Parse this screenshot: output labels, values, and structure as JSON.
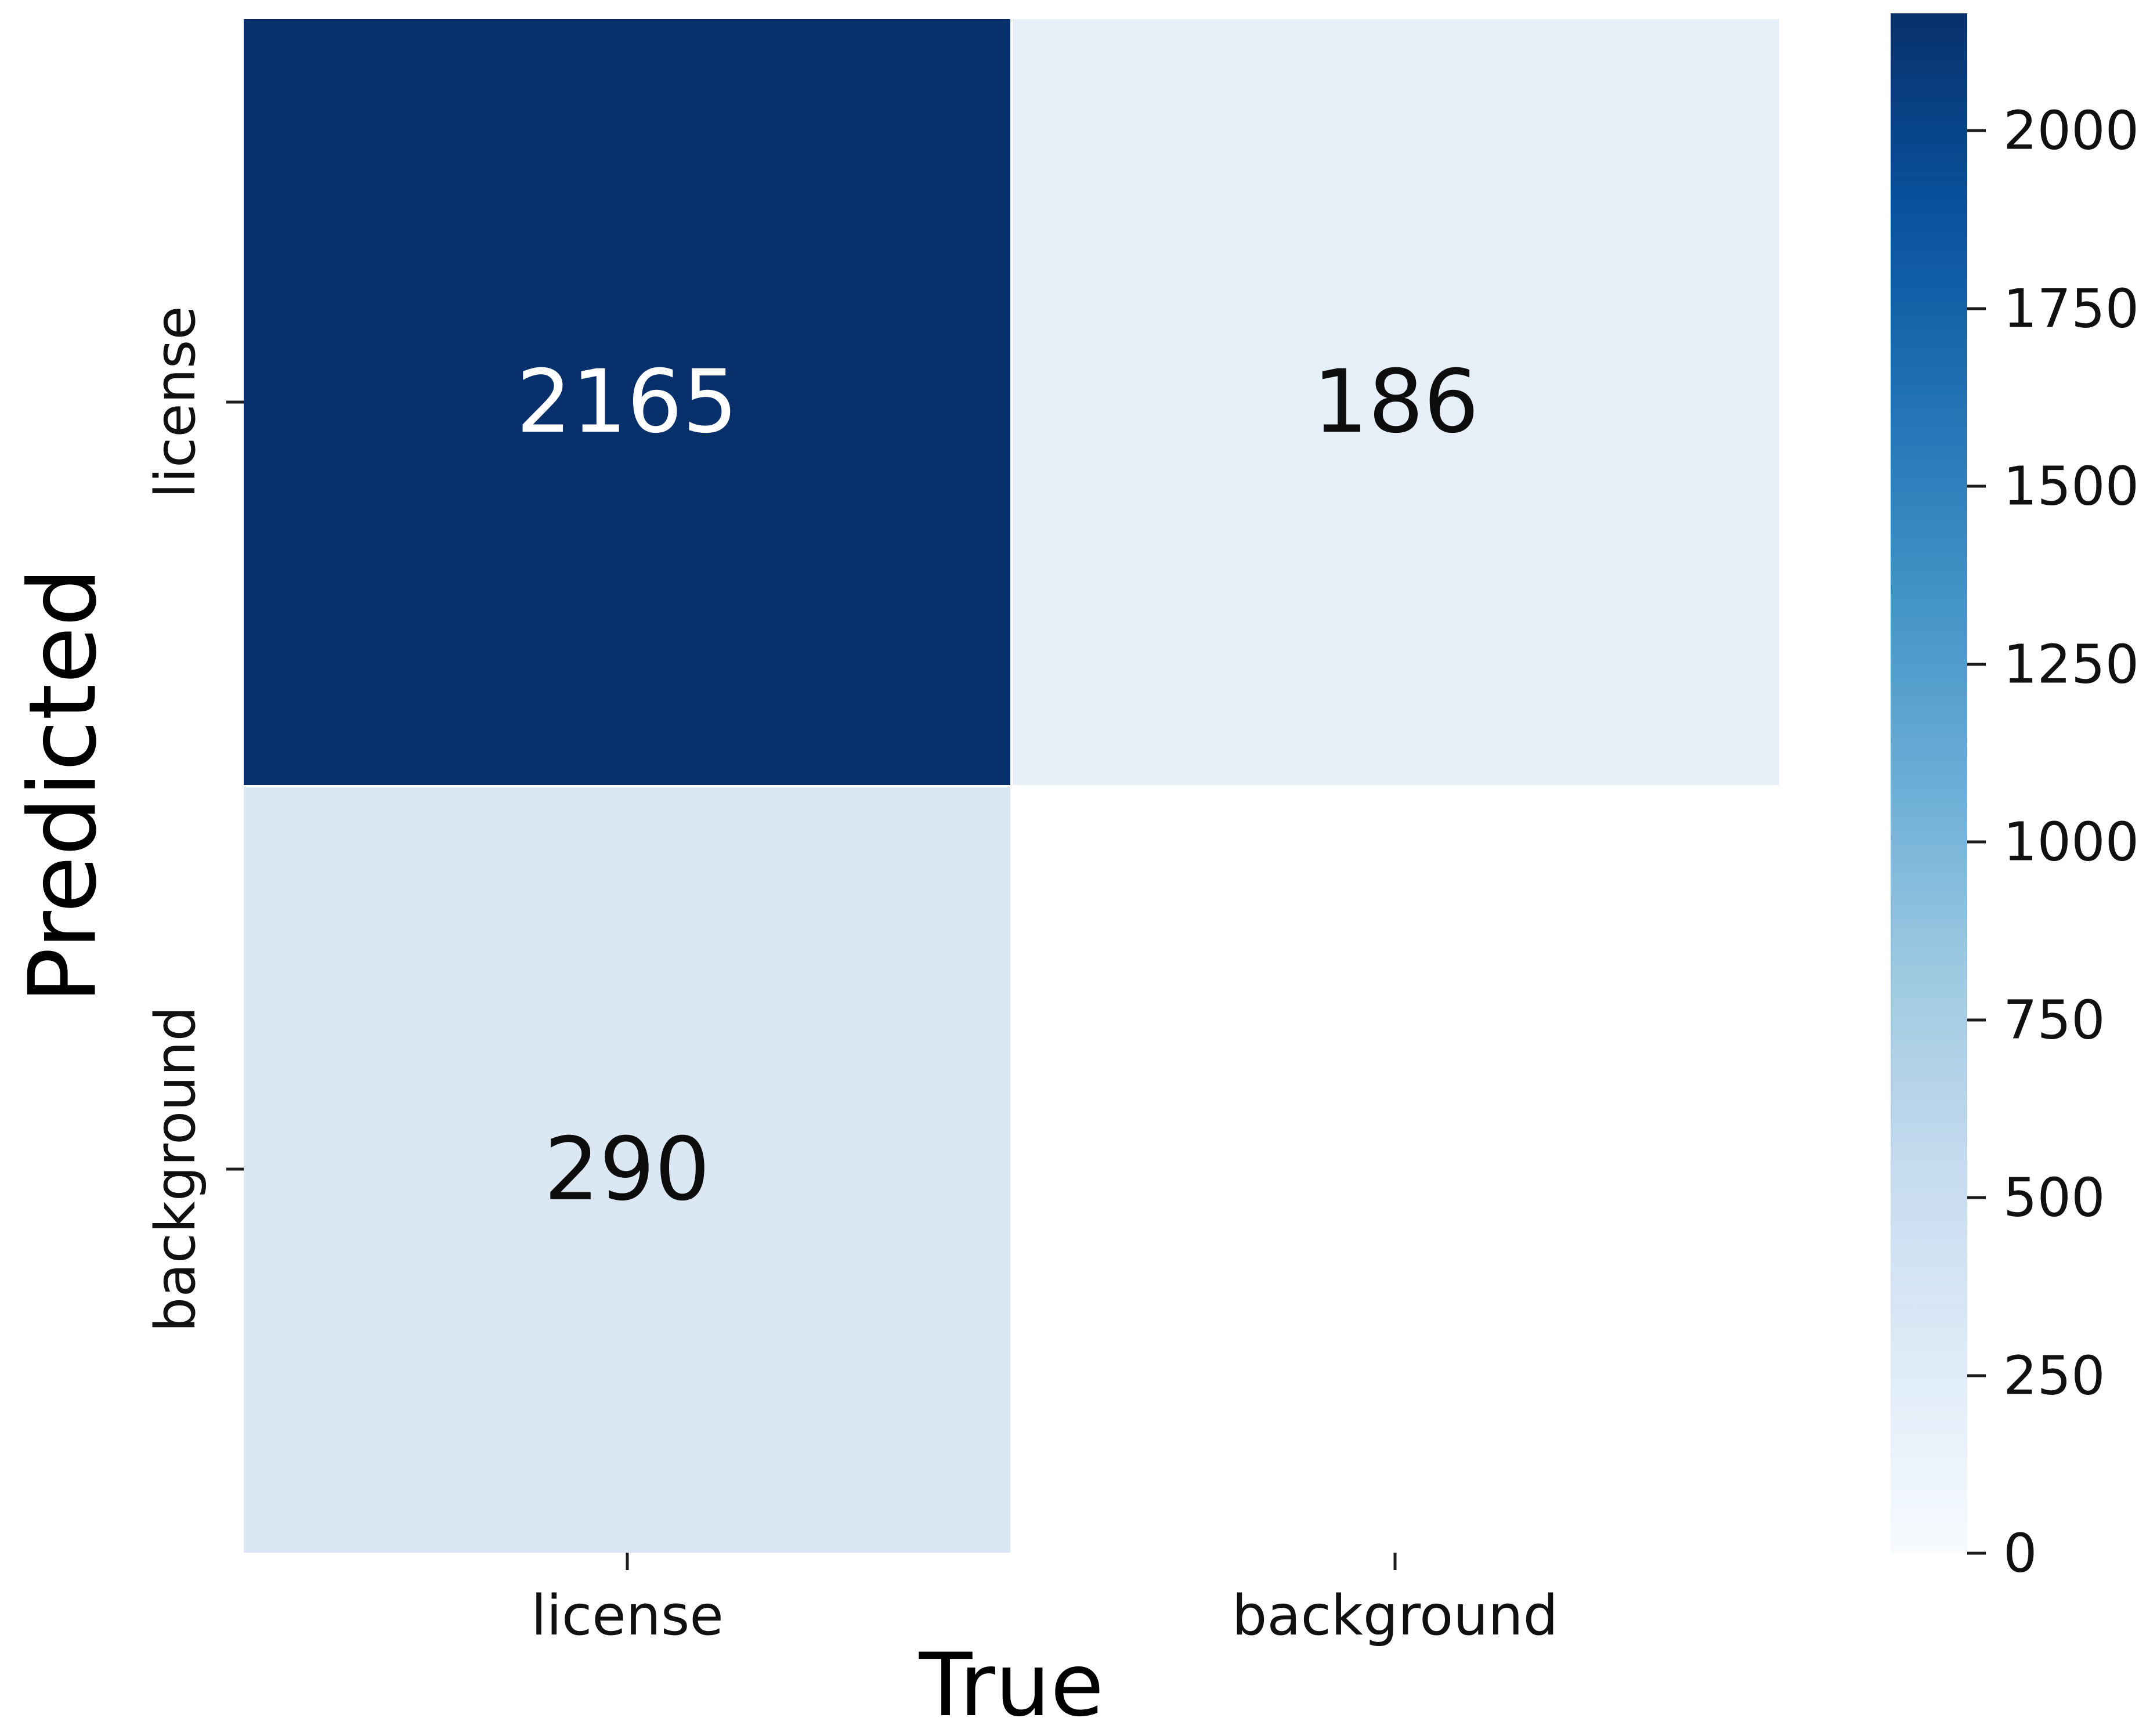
{
  "chart_data": {
    "type": "heatmap",
    "title": "",
    "xlabel": "True",
    "ylabel": "Predicted",
    "x_categories": [
      "license",
      "background"
    ],
    "y_categories": [
      "license",
      "background"
    ],
    "values": [
      [
        2165,
        186
      ],
      [
        290,
        null
      ]
    ],
    "colormap": "Blues",
    "vmin": 0,
    "vmax": 2165,
    "colorbar_ticks": [
      2000,
      1750,
      1500,
      1250,
      1000,
      750,
      500,
      250,
      0
    ],
    "colormap_stops_bottom_to_top": [
      "#f7fbff",
      "#deebf7",
      "#c6dbef",
      "#9ecae1",
      "#6baed6",
      "#4292c6",
      "#2171b5",
      "#08519c",
      "#08306b"
    ],
    "legend_position": "right-colorbar",
    "grid": false,
    "cells": [
      {
        "row": "license",
        "col": "license",
        "label": "2165",
        "bg": "#08306b",
        "fg": "#ffffff"
      },
      {
        "row": "license",
        "col": "background",
        "label": "186",
        "bg": "#e6eef8",
        "fg": "#0d0d0d"
      },
      {
        "row": "background",
        "col": "license",
        "label": "290",
        "bg": "#dbe8f4",
        "fg": "#0d0d0d"
      },
      {
        "row": "background",
        "col": "background",
        "label": "",
        "bg": "#ffffff",
        "fg": "#0d0d0d"
      }
    ],
    "colors": {
      "max_cell": "#08306b",
      "annotation_on_dark": "#ffffff",
      "annotation_on_light": "#0d0d0d",
      "tick_mark": "#1c1c1c",
      "background": "#ffffff"
    }
  }
}
